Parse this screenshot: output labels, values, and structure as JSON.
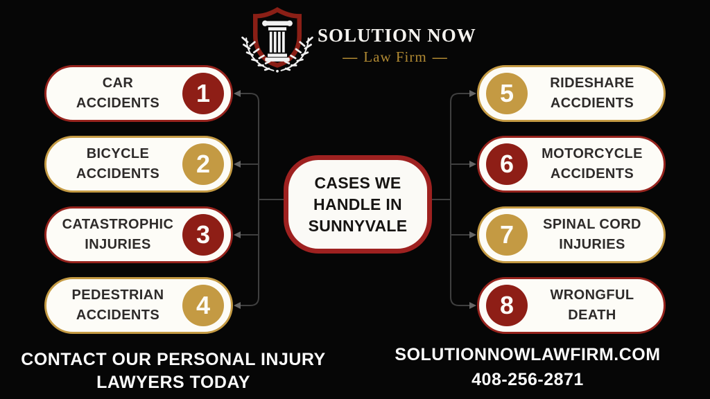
{
  "logo": {
    "name": "SOLUTION NOW",
    "subtitle": "Law Firm",
    "dash": "—",
    "emblem": "shield-column-laurel-icon"
  },
  "center": {
    "lines": [
      "CASES WE",
      "HANDLE IN",
      "SUNNYVALE"
    ]
  },
  "items": [
    {
      "number": "1",
      "line1": "CAR",
      "line2": "ACCIDENTS",
      "color": "red",
      "side": "left"
    },
    {
      "number": "2",
      "line1": "BICYCLE",
      "line2": "ACCIDENTS",
      "color": "gold",
      "side": "left"
    },
    {
      "number": "3",
      "line1": "CATASTROPHIC",
      "line2": "INJURIES",
      "color": "red",
      "side": "left"
    },
    {
      "number": "4",
      "line1": "PEDESTRIAN",
      "line2": "ACCIDENTS",
      "color": "gold",
      "side": "left"
    },
    {
      "number": "5",
      "line1": "RIDESHARE",
      "line2": "ACCDIENTS",
      "color": "gold",
      "side": "right"
    },
    {
      "number": "6",
      "line1": "MOTORCYCLE",
      "line2": "ACCIDENTS",
      "color": "red",
      "side": "right"
    },
    {
      "number": "7",
      "line1": "SPINAL CORD",
      "line2": "INJURIES",
      "color": "gold",
      "side": "right"
    },
    {
      "number": "8",
      "line1": "WRONGFUL",
      "line2": "DEATH",
      "color": "red",
      "side": "right"
    }
  ],
  "footer": {
    "left_line1": "CONTACT OUR PERSONAL INJURY",
    "left_line2": "LAWYERS TODAY",
    "website": "SOLUTIONNOWLAWFIRM.COM",
    "phone": "408-256-2871"
  },
  "colors": {
    "background": "#060606",
    "red": "#8e1e16",
    "gold": "#c49a43",
    "pill_background": "#fdfcf7",
    "pill_text": "#2e2b2a",
    "center_border": "#9e2120",
    "connector_line": "#3f3f3f",
    "logo_gold": "#b18a33",
    "footer_text": "#fbfbfb"
  }
}
